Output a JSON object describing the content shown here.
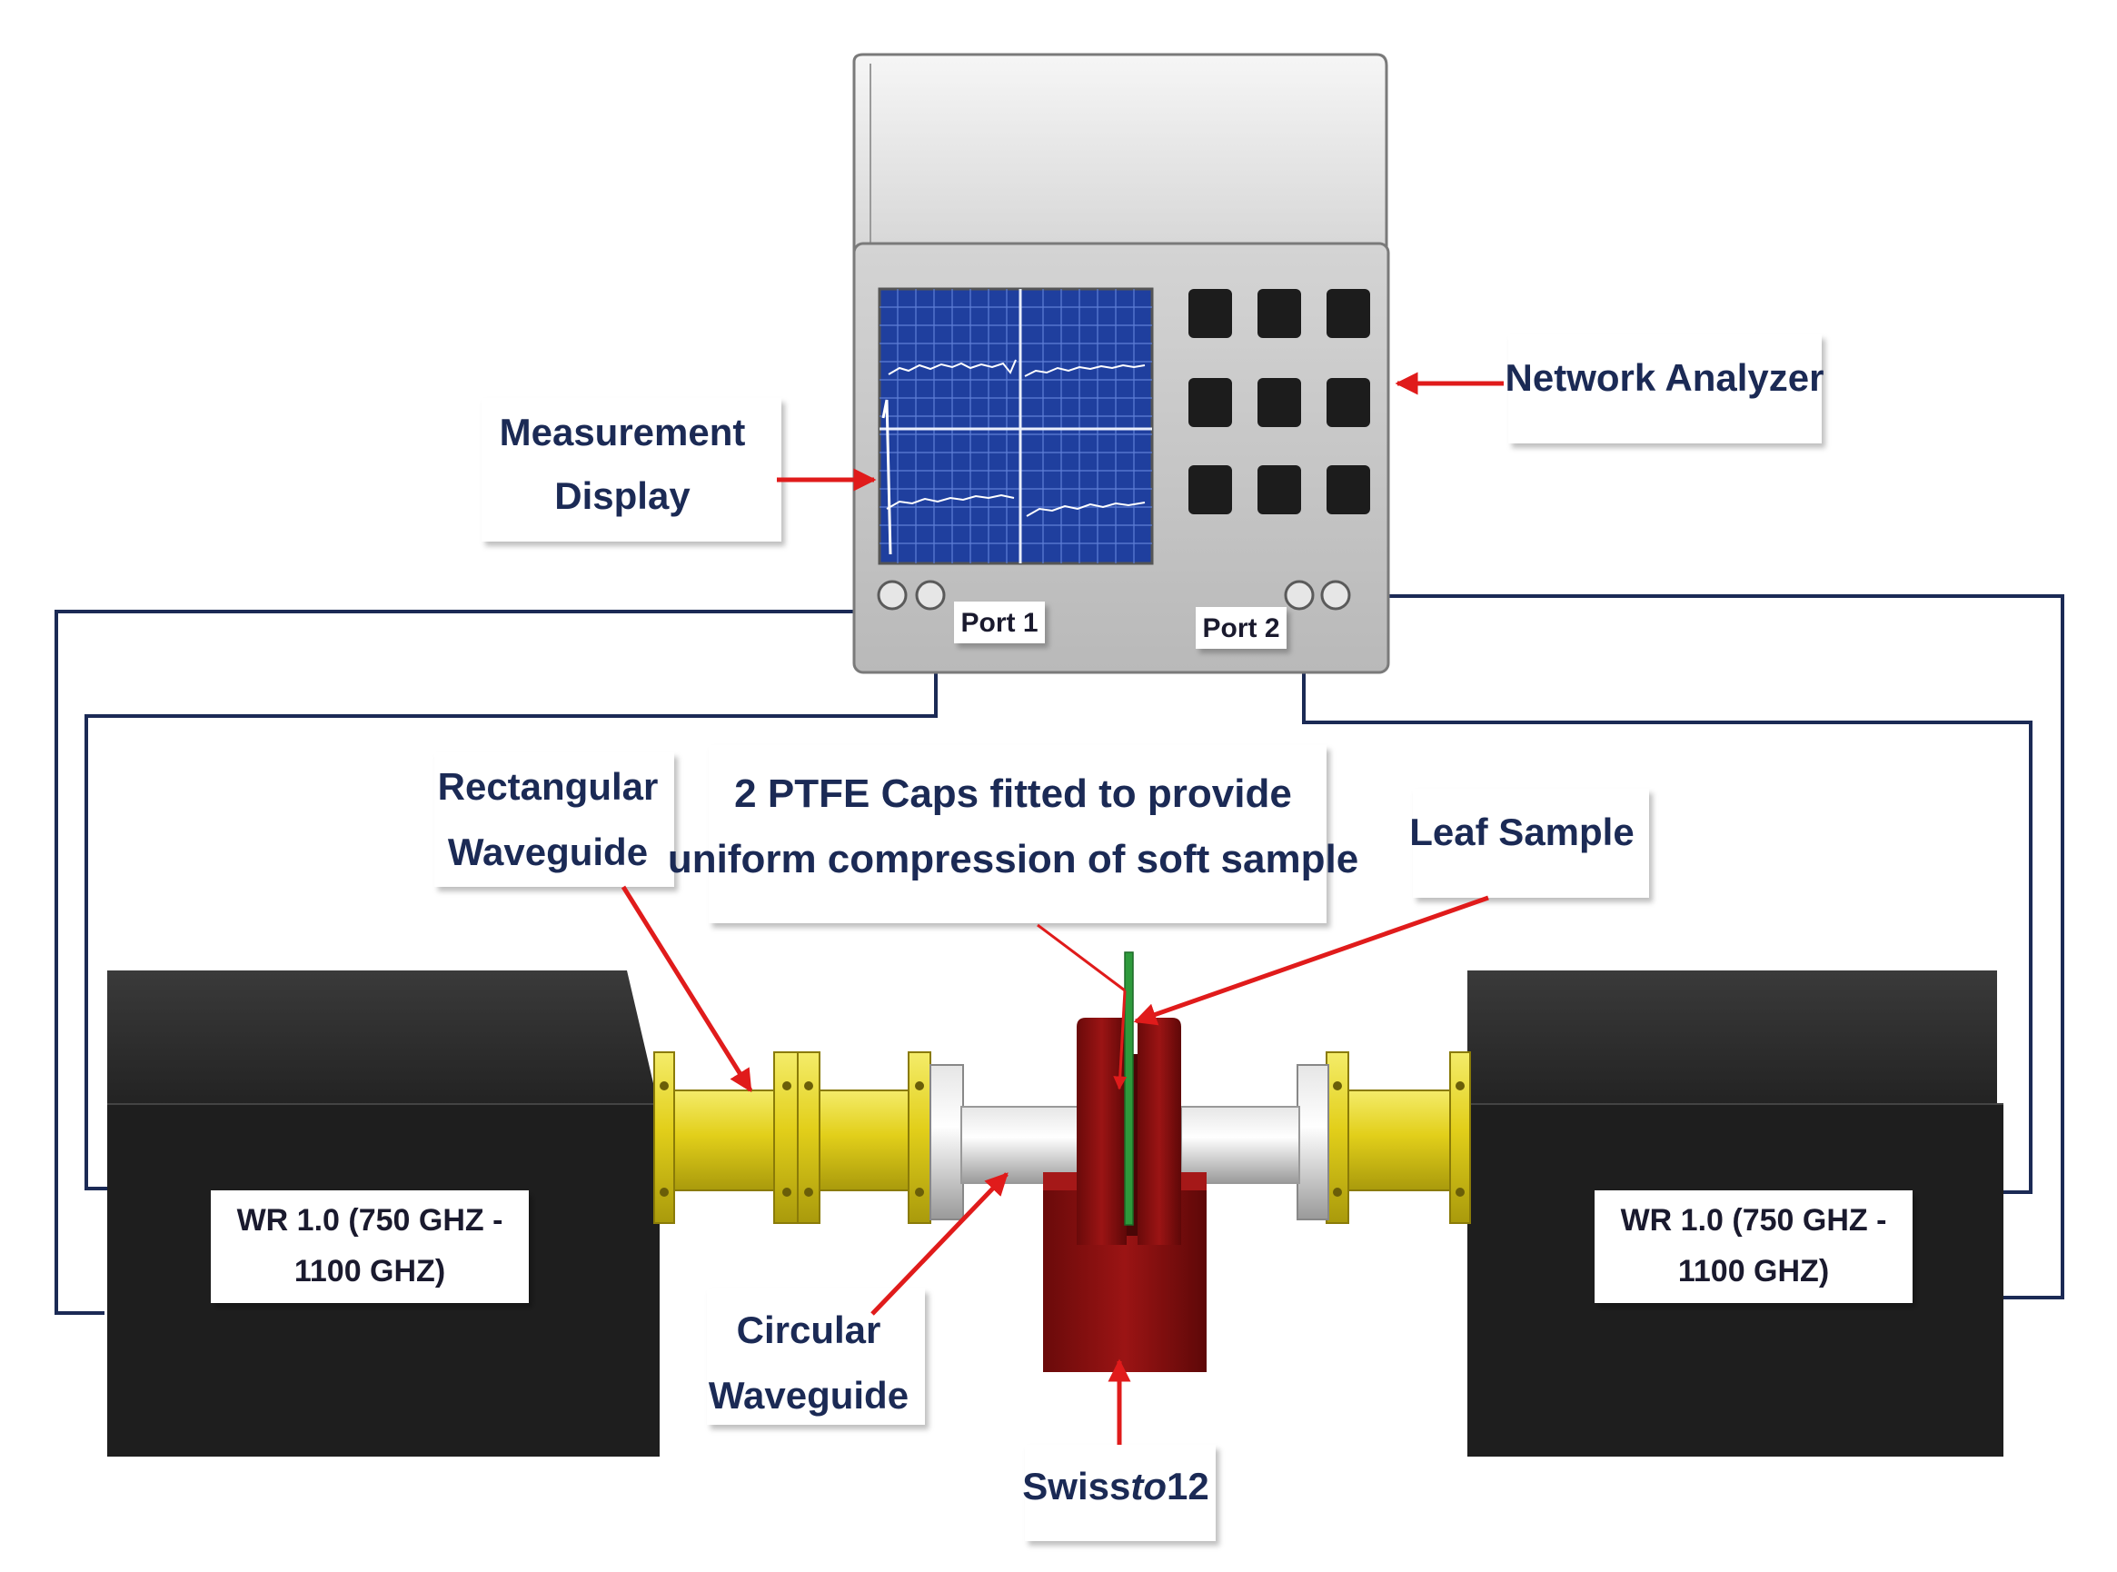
{
  "labels": {
    "measurement_display_line1": "Measurement",
    "measurement_display_line2": "Display",
    "network_analyzer": "Network Analyzer",
    "port1": "Port 1",
    "port2": "Port 2",
    "rect_waveguide_line1": "Rectangular",
    "rect_waveguide_line2": "Waveguide",
    "ptfe_line1_bold": "2 PTFE",
    "ptfe_line1_rest": "Caps fitted to provide",
    "ptfe_line2": "uniform compression of soft sample",
    "leaf_sample": "Leaf Sample",
    "left_module_line1": "WR 1.0 (750 GHZ -",
    "left_module_line2": "1100 GHZ)",
    "right_module_line1": "WR 1.0 (750 GHZ -",
    "right_module_line2": "1100 GHZ)",
    "circular_waveguide_line1": "Circular",
    "circular_waveguide_line2": "Waveguide",
    "swissto12_part1": "Swiss",
    "swissto12_part2": "to",
    "swissto12_part3": "12"
  },
  "colors": {
    "cable": "#1b2a55",
    "arrow": "#e01b1b",
    "module": "#1e1e1e",
    "waveguide_yellow": "#e6d21a",
    "holder_red": "#8b0e0e",
    "leaf_green": "#2e9a3c",
    "analyzer_grey": "#d9d9d9",
    "screen_blue": "#1f3f9e"
  }
}
